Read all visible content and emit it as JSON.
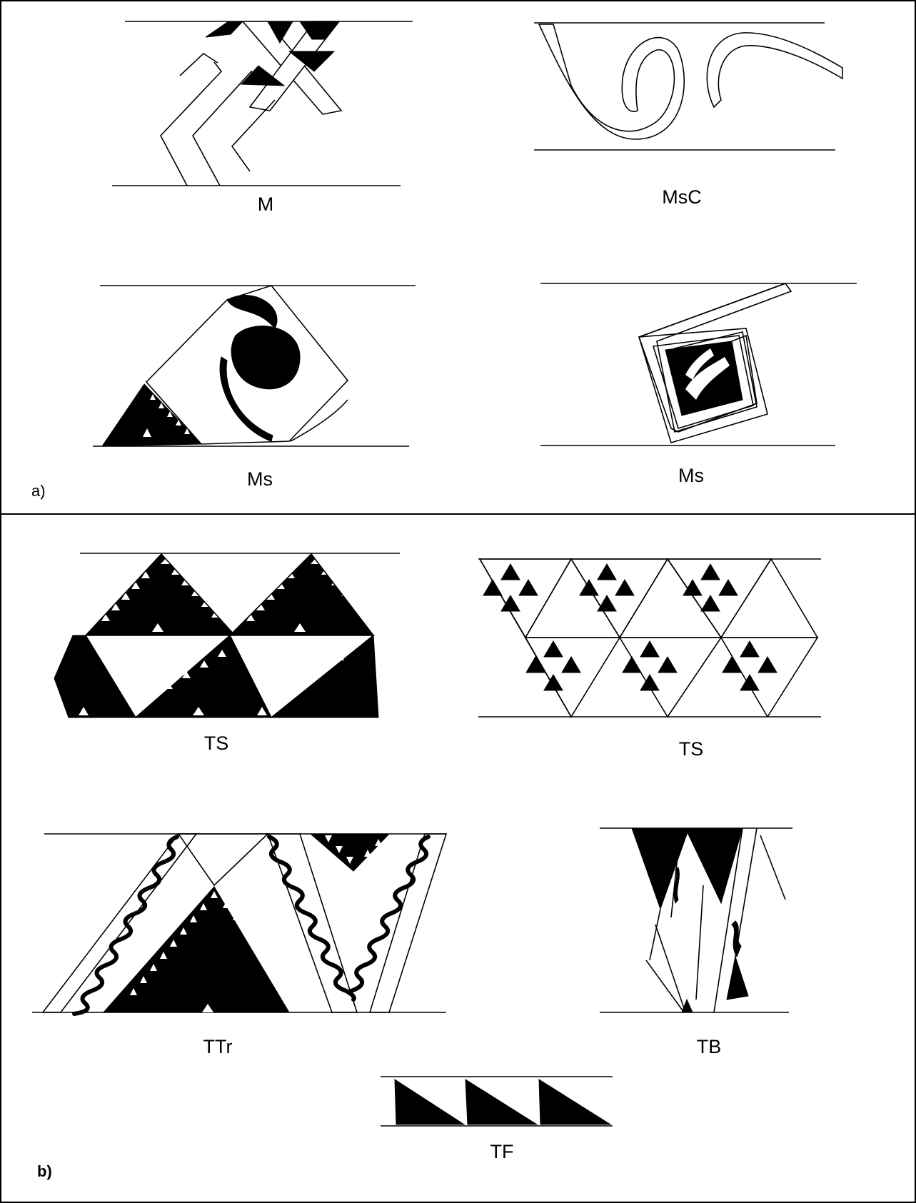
{
  "panels": [
    {
      "letter": "a)"
    },
    {
      "letter": "b)"
    }
  ],
  "motifs": {
    "m": "M",
    "msc": "MsC",
    "ms_left": "Ms",
    "ms_right": "Ms",
    "ts_left": "TS",
    "ts_right": "TS",
    "ttr": "TTr",
    "tb": "TB",
    "tf": "TF"
  },
  "colors": {
    "ink": "#000000",
    "paper": "#ffffff"
  }
}
